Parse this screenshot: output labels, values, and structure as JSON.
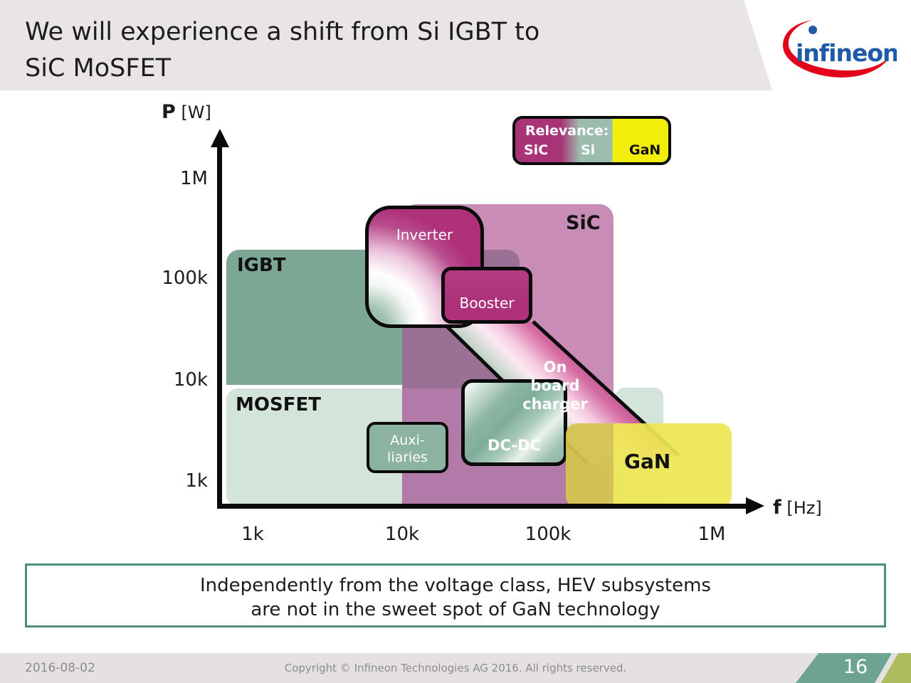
{
  "header": {
    "title_line1": "We will experience a shift from Si IGBT to",
    "title_line2": "SiC MoSFET",
    "logo_text": "infineon"
  },
  "legend": {
    "heading": "Relevance:",
    "items": [
      {
        "label": "SiC",
        "color": "#A93377"
      },
      {
        "label": "Si",
        "color": "#9CBCAD"
      },
      {
        "label": "GaN",
        "color": "#F2EE0B"
      }
    ]
  },
  "chart": {
    "y_axis": {
      "symbol": "P",
      "unit": "[W]",
      "ticks": [
        "1M",
        "100k",
        "10k",
        "1k"
      ]
    },
    "x_axis": {
      "symbol": "f",
      "unit": "[Hz]",
      "ticks": [
        "1k",
        "10k",
        "100k",
        "1M"
      ]
    },
    "regions": {
      "igbt": "IGBT",
      "mosfet": "MOSFET",
      "sic": "SiC",
      "gan": "GaN"
    },
    "boxes": {
      "inverter": "Inverter",
      "booster": "Booster",
      "onboard_line1": "On",
      "onboard_line2": "board",
      "onboard_line3": "charger",
      "dcdc": "DC-DC",
      "aux_line1": "Auxi-",
      "aux_line2": "liaries"
    }
  },
  "statement": {
    "line1": "Independently from the voltage class, HEV subsystems",
    "line2": "are not in the sweet spot of GaN technology"
  },
  "footer": {
    "date": "2016-08-02",
    "copyright": "Copyright © Infineon Technologies AG 2016. All rights reserved.",
    "page": "16"
  },
  "chart_data": {
    "type": "area",
    "title": "Relevance map: shift from Si IGBT to SiC MOSFET (HEV subsystems)",
    "xlabel": "f [Hz]",
    "ylabel": "P [W]",
    "x_scale": "log",
    "y_scale": "log",
    "x_ticks": [
      "1k",
      "10k",
      "100k",
      "1M"
    ],
    "y_ticks": [
      "1k",
      "10k",
      "100k",
      "1M"
    ],
    "legend": {
      "title": "Relevance:",
      "entries": [
        "SiC",
        "Si",
        "GaN"
      ],
      "position": "top-right"
    },
    "regions": [
      {
        "name": "IGBT",
        "f_hz": [
          700,
          60000
        ],
        "p_w": [
          9000,
          200000
        ],
        "color": "#7CA795"
      },
      {
        "name": "MOSFET",
        "f_hz": [
          700,
          130000
        ],
        "p_w": [
          700,
          9000
        ],
        "color": "#D3E4DB"
      },
      {
        "name": "SiC",
        "f_hz": [
          10000,
          260000
        ],
        "p_w": [
          650,
          560000
        ],
        "color": "#C98CB6"
      },
      {
        "name": "GaN",
        "f_hz": [
          125000,
          1600000
        ],
        "p_w": [
          650,
          3700
        ],
        "color": "#ECE55C"
      }
    ],
    "subsystems": [
      {
        "name": "Inverter",
        "f_hz": [
          5600,
          35000
        ],
        "p_w": [
          32000,
          550000
        ]
      },
      {
        "name": "Booster",
        "f_hz": [
          18000,
          75000
        ],
        "p_w": [
          35000,
          130000
        ]
      },
      {
        "name": "On board charger",
        "f_hz": [
          37000,
          320000
        ],
        "p_w": [
          1800,
          35000
        ],
        "shape": "diagonal-band"
      },
      {
        "name": "DC-DC",
        "f_hz": [
          25000,
          130000
        ],
        "p_w": [
          1400,
          10000
        ]
      },
      {
        "name": "Auxiliaries",
        "f_hz": [
          5800,
          20000
        ],
        "p_w": [
          1100,
          3800
        ]
      }
    ],
    "note": "values estimated from log-scale axis positions"
  }
}
